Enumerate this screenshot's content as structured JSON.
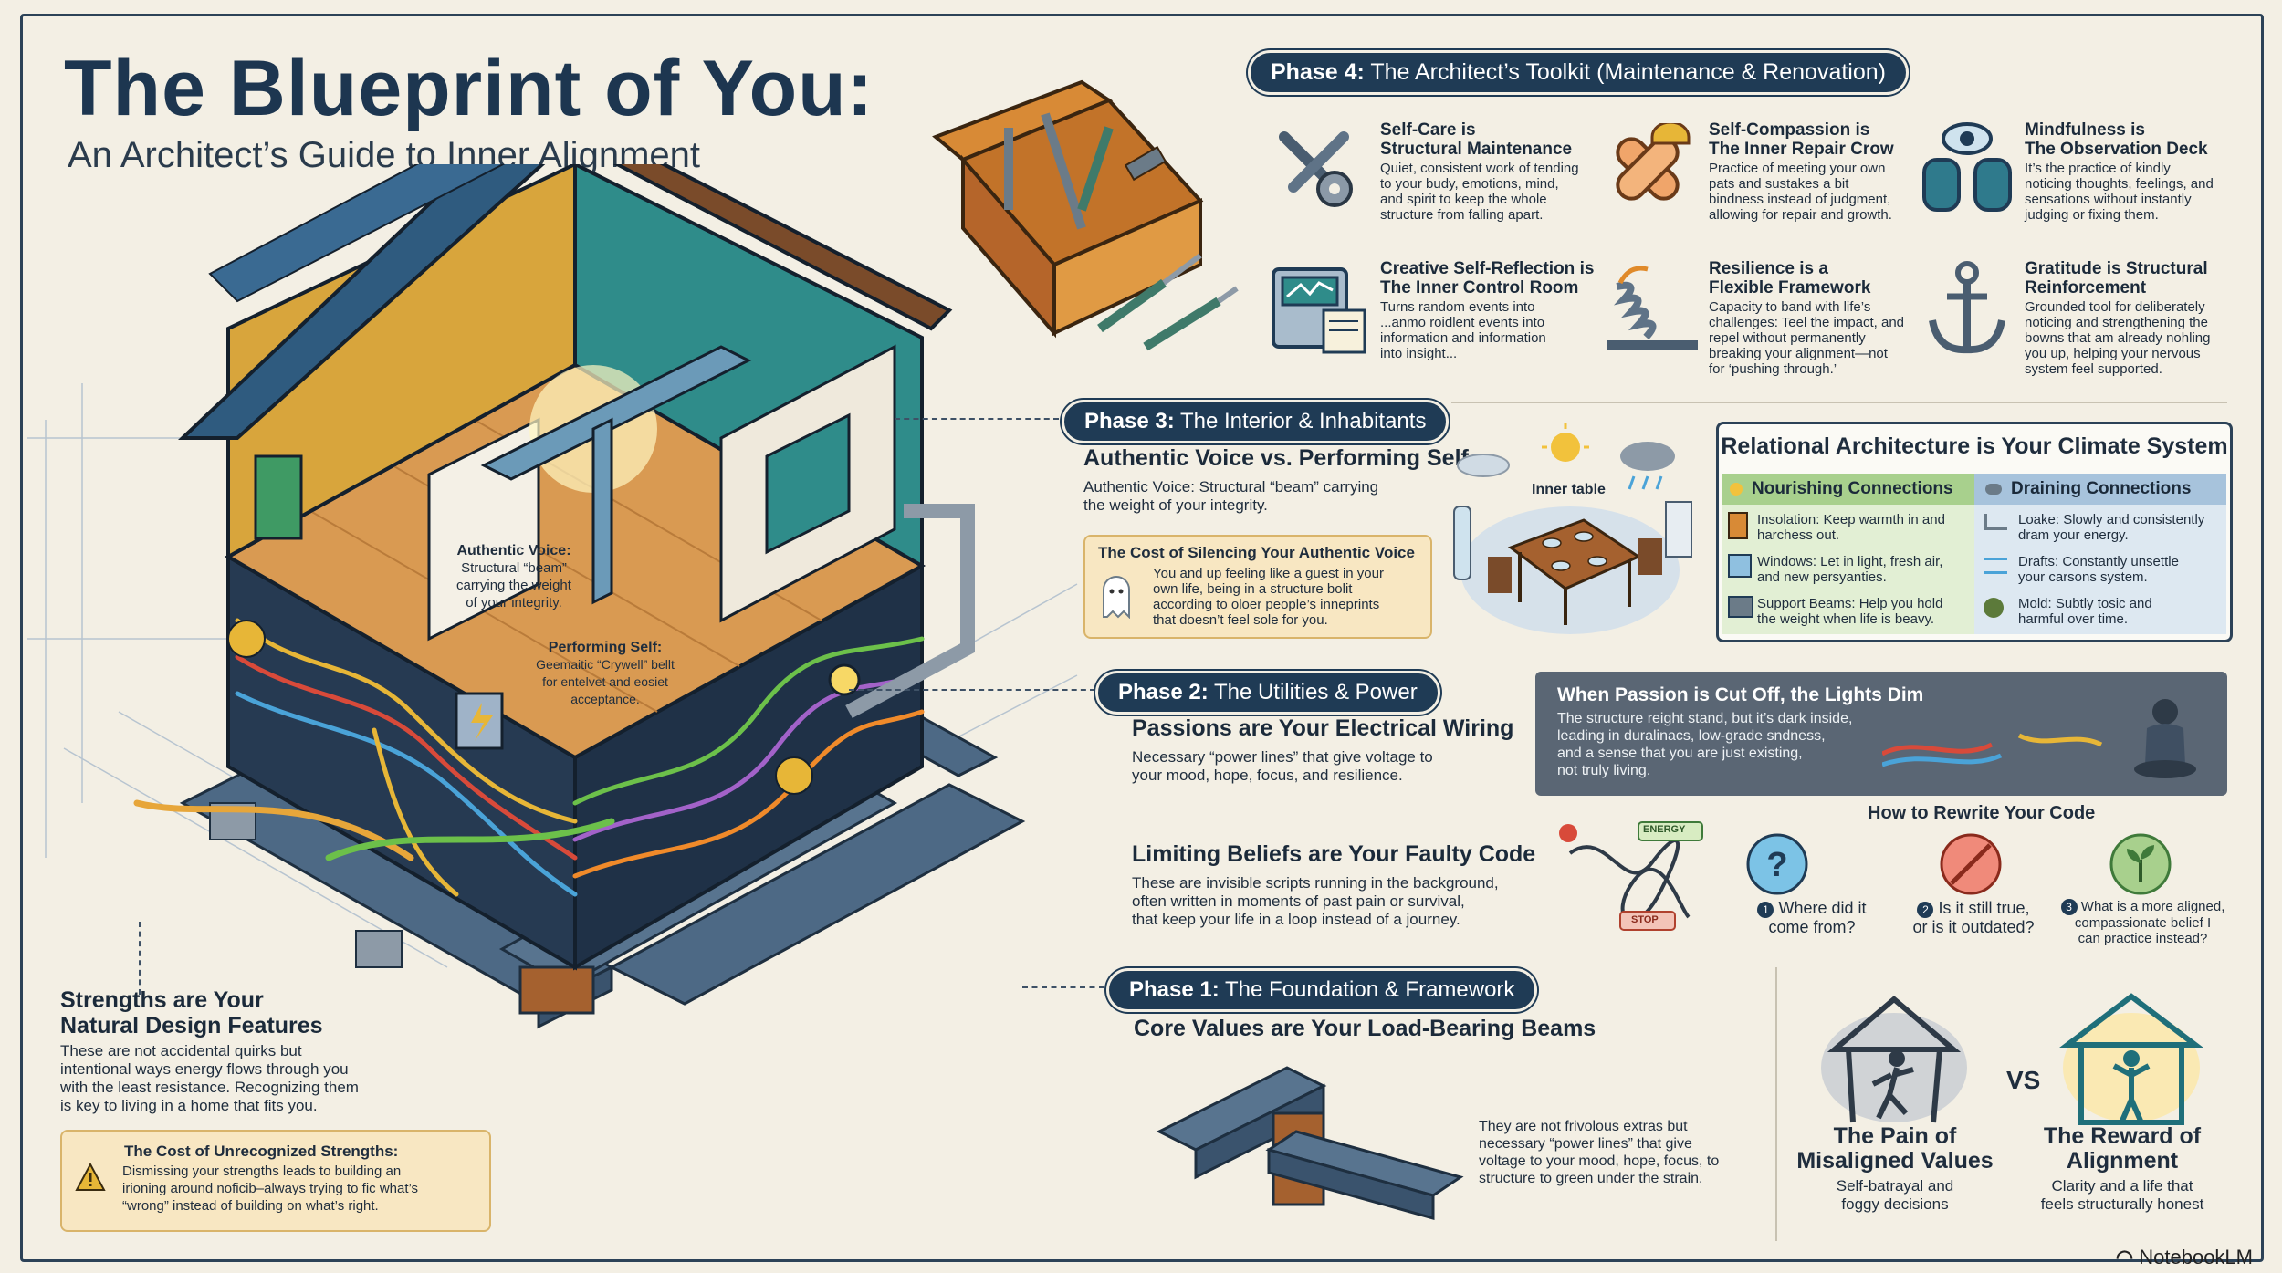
{
  "header": {
    "title": "The Blueprint of You:",
    "subtitle": "An Architect’s Guide to Inner Alignment"
  },
  "phase4": {
    "label_bold": "Phase 4:",
    "label_rest": " The Architect’s Toolkit (Maintenance & Renovation)",
    "items": [
      {
        "icon": "wrench-gear-icon",
        "title": "Self-Care is\nStructural Maintenance",
        "body": "Quiet, consistent work of tending\nto your budy, emotions, mind,\nand spirit to keep the whole\nstructure from falling apart."
      },
      {
        "icon": "bandage-icon",
        "title": "Self-Compassion is\nThe Inner Repair Crow",
        "body": "Practice of meeting your own\npats and sustakes a bit\nbindness instead of judgment,\nallowing for repair and growth."
      },
      {
        "icon": "binoculars-icon",
        "title": "Mindfulness is\nThe Observation Deck",
        "body": "It’s the practice of kindly\nnoticing thoughts, feelings, and\nsensations without instantly\njudging or fixing them."
      },
      {
        "icon": "control-panel-icon",
        "title": "Creative Self-Reflection is\nThe Inner Control Room",
        "body": "Turns random events into\n...anmo roidlent events into\ninformation and information\ninto insight..."
      },
      {
        "icon": "spring-icon",
        "title": "Resilience is a\nFlexible Framework",
        "body": "Capacity to band with life’s\nchallenges: Teel the impact, and\nrepel without permanently\nbreaking your alignment—not\nfor ‘pushing through.’"
      },
      {
        "icon": "anchor-icon",
        "title": "Gratitude is Structural\nReinforcement",
        "body": "Grounded tool for deliberately\nnoticing and strengthening the\nbowns that am already nohling\nyou up, helping your nervous\nsystem feel supported."
      }
    ]
  },
  "phase3": {
    "label_bold": "Phase 3:",
    "label_rest": " The Interior & Inhabitants",
    "heading": "Authentic Voice vs. Performing Self",
    "text": "Authentic Voice: Structural “beam” carrying\nthe weight of your integrity.",
    "cost_title": "The Cost of Silencing Your Authentic Voice",
    "cost_text": "You and up feeling like a guest in your\nown life, being in a structure bolit\naccording to oloer people’s inneprints\nthat doesn’t feel sole for you.",
    "inner_table": "Inner table"
  },
  "house_labels": {
    "authentic_title": "Authentic Voice:",
    "authentic_text": "Structural “beam”\ncarrying the weight\nof your integrity.",
    "performing_title": "Performing Self:",
    "performing_text": "Geemaitic “Crywell” bellt\nfor entelvet and eosiet\nacceptance."
  },
  "relational": {
    "title": "Relational Architecture is Your Climate System",
    "nourishing_header": "Nourishing Connections",
    "draining_header": "Draining Connections",
    "nourishing": [
      "Insolation: Keep warmth in and\nharchess out.",
      "Windows: Let in light, fresh air,\nand new persyanties.",
      "Support Beams: Help you hold\nthe weight when life is beavy."
    ],
    "draining": [
      "Loake: Slowly and consistently\ndram your energy.",
      "Drafts: Constantly unsettle\nyour carsons system.",
      "Mold: Subtly tosic and\nharmful over time."
    ],
    "colors": {
      "nourishing": "#a8d08d",
      "draining": "#a7c3dc"
    }
  },
  "phase2": {
    "label_bold": "Phase 2:",
    "label_rest": " The Utilities & Power",
    "wiring_heading": "Passions are Your Electrical Wiring",
    "wiring_text": "Necessary “power lines” that give voltage to\nyour mood, hope, focus, and resilience.",
    "lights_heading": "When Passion is Cut Off, the Lights Dim",
    "lights_text": "The structure reight stand, but it’s dark inside,\nleading in duralinacs, low-grade sndness,\nand a sense that you are just existing,\nnot truly living.",
    "faulty_heading": "Limiting Beliefs are Your Faulty Code",
    "faulty_text": "These are invisible scripts running in the background,\noften written in moments of past pain or survival,\nthat keep your life in a loop instead of a journey.",
    "code_tags": [
      "ENERGY",
      "STOP"
    ],
    "rewrite_heading": "How to Rewrite Your Code",
    "rewrite_steps": [
      {
        "num": "1",
        "text": "Where did it\ncome from?"
      },
      {
        "num": "2",
        "text": "Is it still true,\nor is it outdated?"
      },
      {
        "num": "3",
        "text": "What is a more aligned,\ncompassionate belief I\ncan practice instead?"
      }
    ]
  },
  "phase1": {
    "label_bold": "Phase 1:",
    "label_rest": " The Foundation & Framework",
    "heading": "Core Values are Your Load-Bearing Beams",
    "text": "They are not frivolous extras but\nnecessary “power lines” that give\nvoltage to your mood, hope, focus, to\nstructure to green under the strain.",
    "pain_title": "The Pain of\nMisaligned Values",
    "pain_text": "Self-batrayal and\nfoggy decisions",
    "vs": "VS",
    "reward_title": "The Reward of\nAlignment",
    "reward_text": "Clarity and a life that\nfeels structurally honest"
  },
  "strengths": {
    "heading": "Strengths are Your\nNatural Design Features",
    "text": "These are not accidental quirks but\nintentional ways energy flows through you\nwith the least resistance. Recognizing them\nis key to living in a home that fits you.",
    "cost_title": "The Cost of Unrecognized Strengths:",
    "cost_text": "Dismissing your strengths leads to building an\nirioning around noficib–always trying to fic what’s\n“wrong” instead of building on what’s right."
  },
  "footer": {
    "logo": "NotebookLM"
  },
  "colors": {
    "navy": "#1f3b55",
    "cream": "#f3efe4",
    "wall": "#263a52",
    "roof": "#2f5b7f",
    "floor": "#d99a52",
    "beam": "#4e6b86"
  }
}
